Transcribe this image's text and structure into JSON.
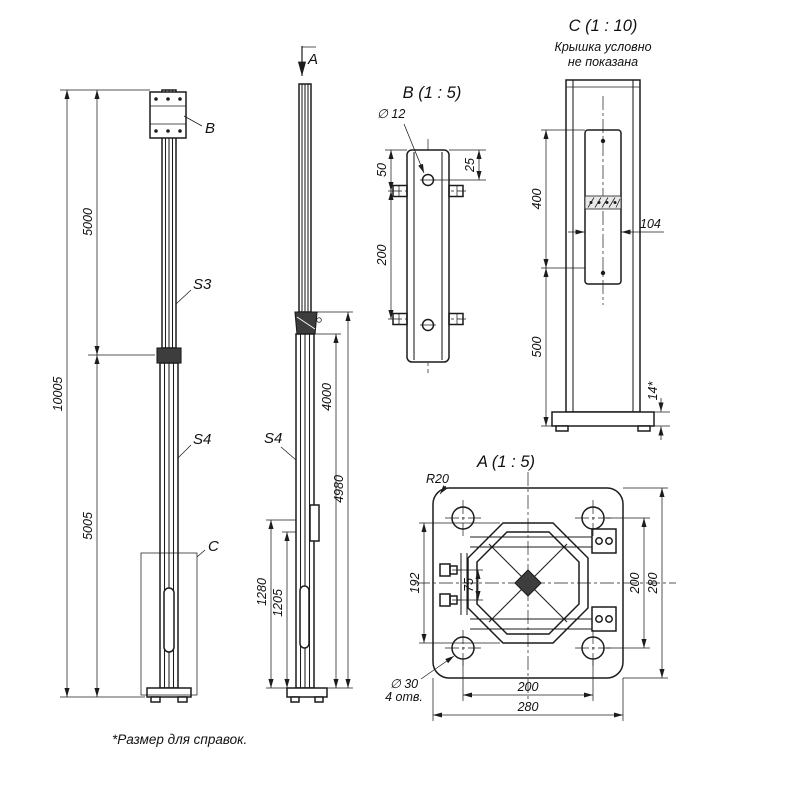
{
  "note": "*Размер для справок.",
  "pole_front": {
    "label_b": "B",
    "label_s3": "S3",
    "label_s4": "S4",
    "label_c": "C",
    "dim_5000": "5000",
    "dim_10005": "10005",
    "dim_5005": "5005"
  },
  "pole_side": {
    "label_a": "A",
    "label_s4": "S4",
    "dim_4000": "4000",
    "dim_4980": "4980",
    "dim_1280": "1280",
    "dim_1205": "1205"
  },
  "view_b": {
    "title": "B (1 : 5)",
    "dim_dia12": "∅ 12",
    "dim_25": "25",
    "dim_50": "50",
    "dim_200": "200"
  },
  "view_c": {
    "title": "C (1 : 10)",
    "subtitle_line1": "Крышка условно",
    "subtitle_line2": "не показана",
    "dim_400": "400",
    "dim_104": "104",
    "dim_500": "500",
    "dim_14": "14*"
  },
  "view_a": {
    "title": "A (1 : 5)",
    "dim_r20": "R20",
    "dim_192": "192",
    "dim_75": "75",
    "dim_200_right": "200",
    "dim_280_right": "280",
    "dim_200_bottom": "200",
    "dim_280_bottom": "280",
    "dim_dia30": "∅ 30",
    "dim_holes": "4 отв."
  }
}
